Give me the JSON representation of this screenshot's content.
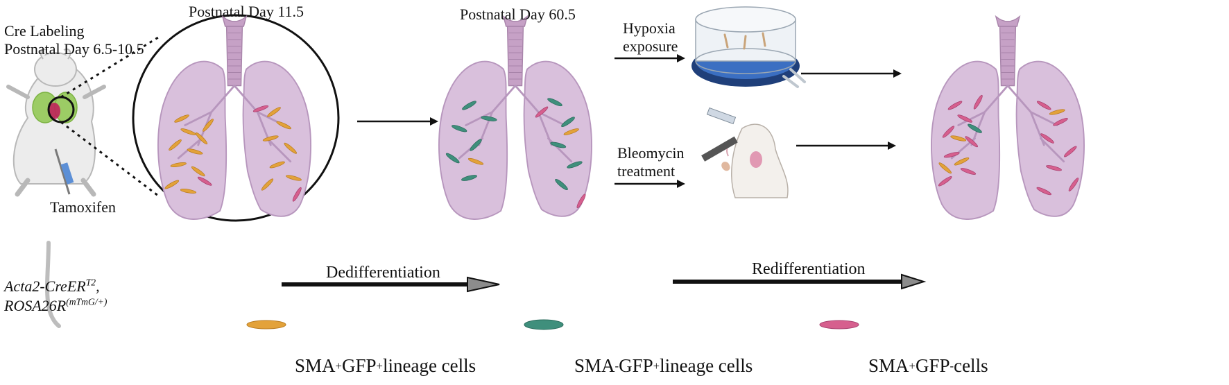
{
  "mouse": {
    "cre_label_line1": "Cre Labeling",
    "cre_label_line2": "Postnatal Day 6.5-10.5",
    "drug": "Tamoxifen",
    "genotype_line1_base": "Acta2-CreER",
    "genotype_line1_sup": "T2",
    "genotype_line1_end": ",",
    "genotype_line2_base": "ROSA26R",
    "genotype_line2_sup": "(mTmG/+)"
  },
  "stages": {
    "early": "Postnatal Day 11.5",
    "adult": "Postnatal Day 60.5"
  },
  "treatments": {
    "hypoxia_line1": "Hypoxia",
    "hypoxia_line2": "exposure",
    "bleomycin_line1": "Bleomycin",
    "bleomycin_line2": "treatment"
  },
  "processes": {
    "left": "Dedifferentiation",
    "right": "Redifferentiation"
  },
  "legend": [
    {
      "name": "SMA",
      "sup1": "+",
      "mid": " GFP",
      "sup2": "+",
      "rest": " lineage cells",
      "color": "#e3a23a"
    },
    {
      "name": "SMA",
      "sup1": "-",
      "mid": " GFP",
      "sup2": "+",
      "rest": " lineage cells",
      "color": "#3f8f7c"
    },
    {
      "name": "SMA",
      "sup1": "+",
      "mid": " GFP",
      "sup2": "-",
      "rest": " cells",
      "color": "#d65f8e"
    }
  ],
  "colors": {
    "lung": "#d9c0dc",
    "lung_stroke": "#b796bd",
    "trachea": "#c6a1c6",
    "arrow": "#111111",
    "process_arrow_head": "#8c8c8c",
    "mouse_body": "#ececec",
    "cage_ring": "#2f5fa8"
  }
}
